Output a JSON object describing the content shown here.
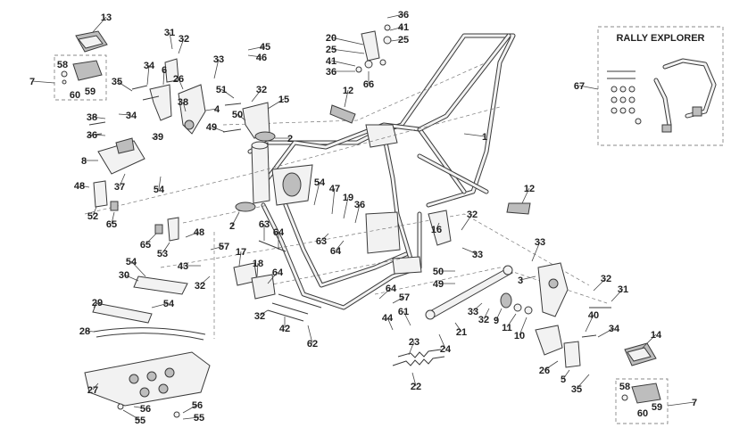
{
  "diagram": {
    "inset_title": "RALLY EXPLORER",
    "part_numbers": [
      "1",
      "2",
      "3",
      "4",
      "5",
      "6",
      "7",
      "8",
      "9",
      "10",
      "11",
      "12",
      "13",
      "14",
      "15",
      "16",
      "17",
      "18",
      "19",
      "20",
      "21",
      "22",
      "23",
      "24",
      "25",
      "26",
      "27",
      "28",
      "29",
      "30",
      "31",
      "32",
      "33",
      "34",
      "35",
      "36",
      "37",
      "38",
      "39",
      "40",
      "41",
      "42",
      "43",
      "44",
      "45",
      "46",
      "47",
      "48",
      "49",
      "50",
      "51",
      "52",
      "53",
      "54",
      "55",
      "56",
      "57",
      "58",
      "59",
      "60",
      "61",
      "62",
      "63",
      "64",
      "65",
      "66",
      "67"
    ]
  }
}
